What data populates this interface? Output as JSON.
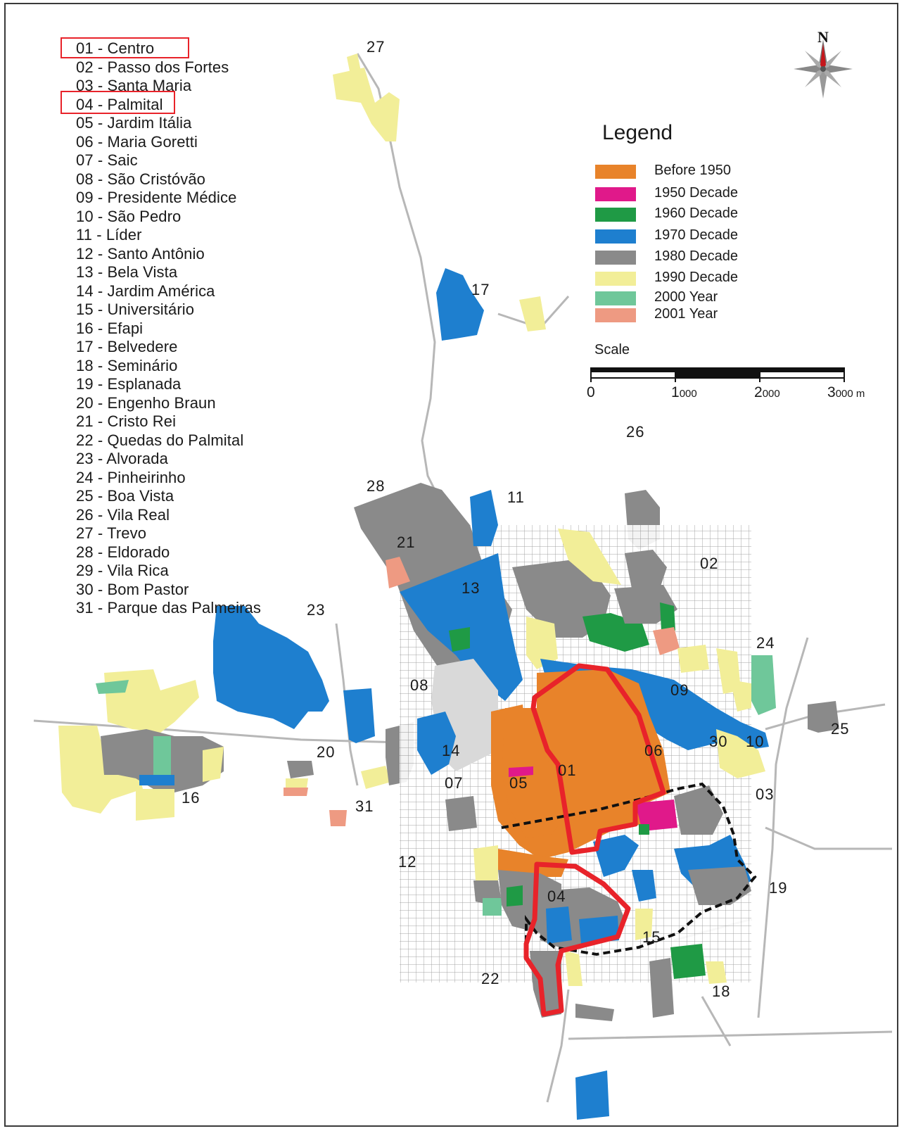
{
  "districts": [
    "01 - Centro",
    "02 - Passo dos Fortes",
    "03 - Santa Maria",
    "04 - Palmital",
    "05 - Jardim Itália",
    "06 - Maria Goretti",
    "07 - Saic",
    "08 - São Cristóvão",
    "09 - Presidente Médice",
    "10 - São Pedro",
    "11 - Líder",
    "12 - Santo Antônio",
    "13 - Bela Vista",
    "14 - Jardim América",
    "15 - Universitário",
    "16 - Efapi",
    "17 - Belvedere",
    "18 - Seminário",
    "19 - Esplanada",
    "20 - Engenho Braun",
    "21 - Cristo Rei",
    "22 - Quedas do Palmital",
    "23 - Alvorada",
    "24 - Pinheirinho",
    "25 - Boa Vista",
    "26 - Vila Real",
    "27 - Trevo",
    "28 - Eldorado",
    "29 - Vila Rica",
    "30 - Bom Pastor",
    "31 - Parque das Palmeiras"
  ],
  "highlighted_districts": [
    "01 - Centro",
    "04 - Palmital"
  ],
  "legend": {
    "title": "Legend",
    "items": [
      {
        "label": "Before 1950",
        "color": "#e8832a"
      },
      {
        "label": "1950 Decade",
        "color": "#e0198a"
      },
      {
        "label": "1960 Decade",
        "color": "#1f9a45"
      },
      {
        "label": "1970 Decade",
        "color": "#1e7fcf"
      },
      {
        "label": "1980 Decade",
        "color": "#8a8a8a"
      },
      {
        "label": "1990 Decade",
        "color": "#f2ee98"
      },
      {
        "label": "2000 Year",
        "color": "#6fc79a"
      },
      {
        "label": "2001 Year",
        "color": "#ee9a82"
      }
    ]
  },
  "scale": {
    "title": "Scale",
    "ticks": [
      {
        "value": "0",
        "unit": ""
      },
      {
        "value": "1",
        "unit": "000"
      },
      {
        "value": "2",
        "unit": "000"
      },
      {
        "value": "3",
        "unit": "000 m"
      }
    ]
  },
  "compass_letter": "N",
  "map_labels": [
    {
      "id": "27",
      "text": "27"
    },
    {
      "id": "17",
      "text": "17"
    },
    {
      "id": "26",
      "text": "26"
    },
    {
      "id": "28",
      "text": "28"
    },
    {
      "id": "11",
      "text": "11"
    },
    {
      "id": "02",
      "text": "02"
    },
    {
      "id": "21",
      "text": "21"
    },
    {
      "id": "13",
      "text": "13"
    },
    {
      "id": "23",
      "text": "23"
    },
    {
      "id": "24",
      "text": "24"
    },
    {
      "id": "08",
      "text": "08"
    },
    {
      "id": "09",
      "text": "09"
    },
    {
      "id": "25",
      "text": "25"
    },
    {
      "id": "20",
      "text": "20"
    },
    {
      "id": "14",
      "text": "14"
    },
    {
      "id": "06",
      "text": "06"
    },
    {
      "id": "30",
      "text": "30"
    },
    {
      "id": "10",
      "text": "10"
    },
    {
      "id": "01",
      "text": "01"
    },
    {
      "id": "05",
      "text": "05"
    },
    {
      "id": "07",
      "text": "07"
    },
    {
      "id": "03",
      "text": "03"
    },
    {
      "id": "16",
      "text": "16"
    },
    {
      "id": "31",
      "text": "31"
    },
    {
      "id": "12",
      "text": "12"
    },
    {
      "id": "04",
      "text": "04"
    },
    {
      "id": "19",
      "text": "19"
    },
    {
      "id": "15",
      "text": "15"
    },
    {
      "id": "22",
      "text": "22"
    },
    {
      "id": "18",
      "text": "18"
    }
  ]
}
